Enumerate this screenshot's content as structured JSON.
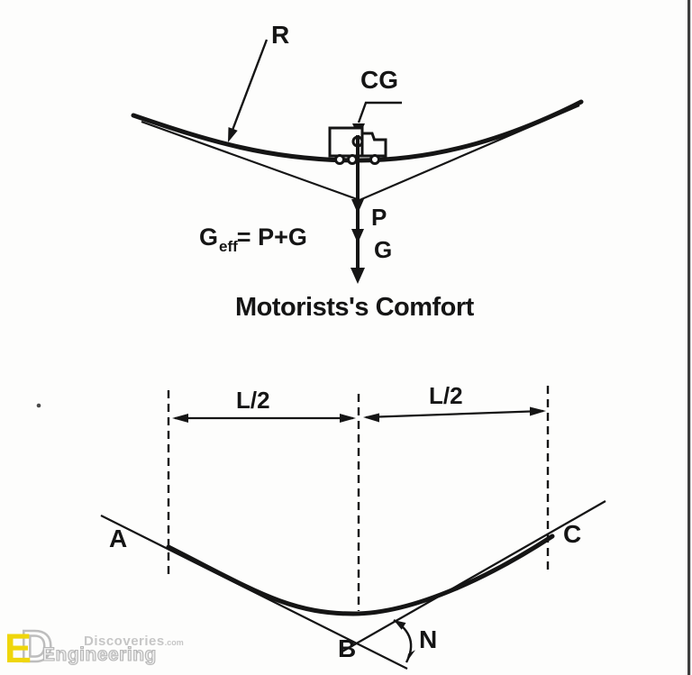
{
  "page": {
    "paper_color": "#fdfdfc",
    "ink_color": "#151515",
    "scan_edge_color": "#3d3d3d"
  },
  "top_diagram": {
    "radius_label": "R",
    "cg_label": "CG",
    "equation": {
      "base": "G",
      "subscript": "eff",
      "rest": "= P+G"
    },
    "force_p_label": "P",
    "force_g_label": "G",
    "caption": "Motorists's Comfort"
  },
  "bottom_diagram": {
    "dim_left_label": "L/2",
    "dim_right_label": "L/2",
    "point_a_label": "A",
    "point_b_label": "B",
    "point_c_label": "C",
    "angle_label": "N"
  },
  "watermark": {
    "logo_letter_e": "E",
    "logo_letter_d": "D",
    "brand_name": "Discoveries",
    "brand_suffix": ".com",
    "brand_word": "Engineering",
    "logo_color": "#efd60b"
  }
}
